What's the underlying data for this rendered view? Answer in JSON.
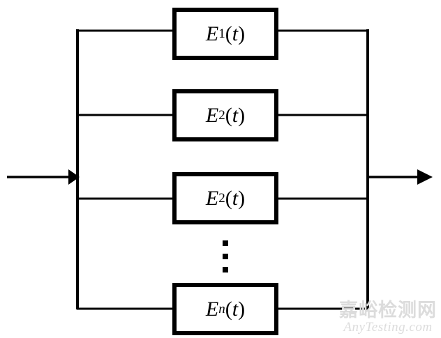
{
  "diagram": {
    "type": "parallel-element-network",
    "background_color": "#ffffff",
    "line_color": "#000000",
    "boxes": [
      {
        "id": "box-1",
        "base": "E",
        "subscript": "1",
        "subscript_italic": false,
        "arg": "(t)",
        "label": "E1(t)"
      },
      {
        "id": "box-2",
        "base": "E",
        "subscript": "2",
        "subscript_italic": false,
        "arg": "(t)",
        "label": "E2(t)"
      },
      {
        "id": "box-3",
        "base": "E",
        "subscript": "2",
        "subscript_italic": false,
        "arg": "(t)",
        "label": "E2(t)"
      },
      {
        "id": "box-4",
        "base": "E",
        "subscript": "n",
        "subscript_italic": true,
        "arg": "(t)",
        "label": "En(t)"
      }
    ],
    "ellipsis": {
      "name": "vertical-ellipsis",
      "dots": 3
    },
    "input_arrow": {
      "name": "input-arrow",
      "direction": "right"
    },
    "output_arrow": {
      "name": "output-arrow",
      "direction": "right"
    }
  },
  "watermark": {
    "chinese": "嘉峪检测网",
    "latin": "AnyTesting.com",
    "color": "#dcdcdc"
  }
}
